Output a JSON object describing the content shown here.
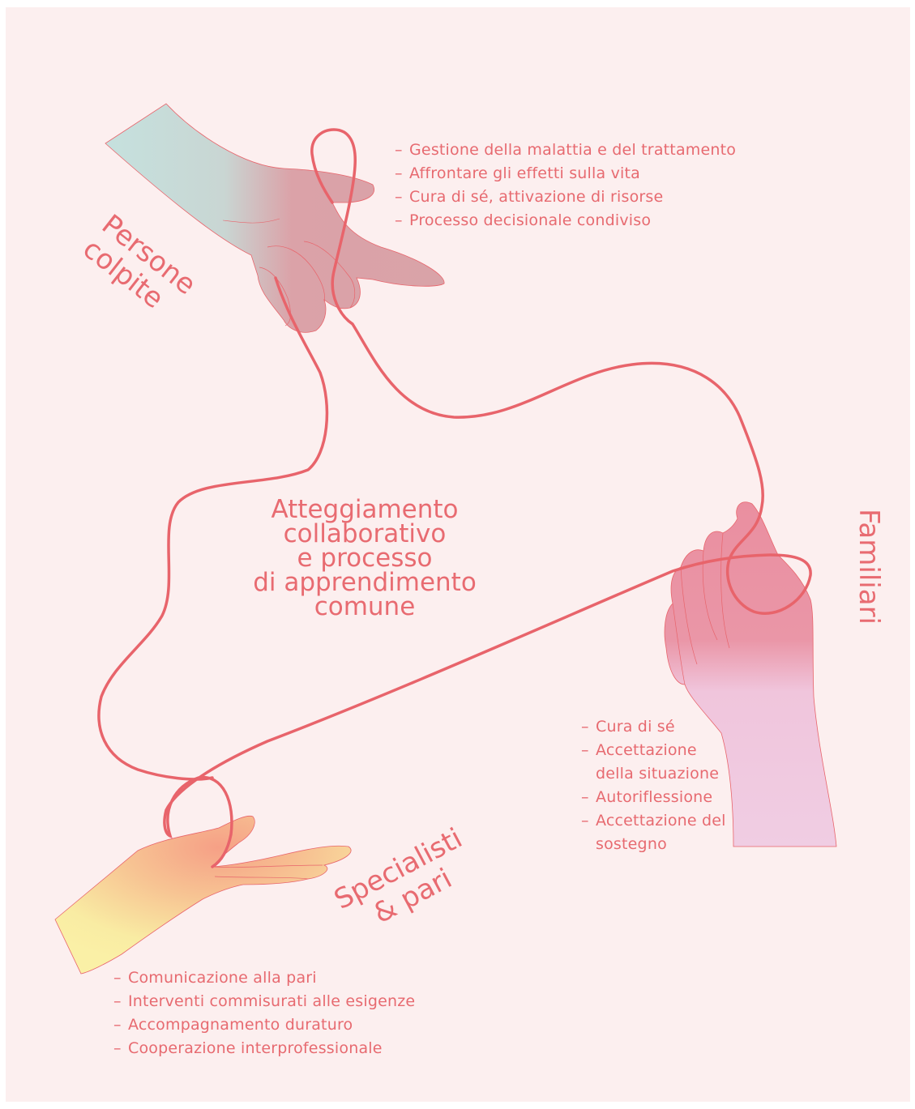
{
  "colors": {
    "background": "#fcefef",
    "thread": "#e8646b",
    "text": "#e86b71",
    "hand_persone": [
      "#c8e0de",
      "#dba1a8"
    ],
    "hand_familiari": [
      "#eb96a4",
      "#f0c7e0"
    ],
    "hand_specialisti": [
      "#f8e9a0",
      "#f6a886"
    ]
  },
  "center": {
    "title": "Atteggiamento\ncollaborativo\ne processo\ndi apprendimento\ncomune"
  },
  "persone": {
    "label": "Persone\ncolpite",
    "items": [
      "Gestione della malattia e del trattamento",
      "Affrontare gli effetti sulla vita",
      "Cura di sé, attivazione di risorse",
      "Processo decisionale condiviso"
    ]
  },
  "familiari": {
    "label": "Familiari",
    "items": [
      "Cura di sé",
      "Accettazione\ndella situazione",
      "Autoriflessione",
      "Accettazione del\nsostegno"
    ]
  },
  "specialisti": {
    "label": "Specialisti\n& pari",
    "items": [
      "Comunicazione alla pari",
      "Interventi commisurati alle esigenze",
      "Accompagnamento duraturo",
      "Cooperazione interprofessionale"
    ]
  }
}
